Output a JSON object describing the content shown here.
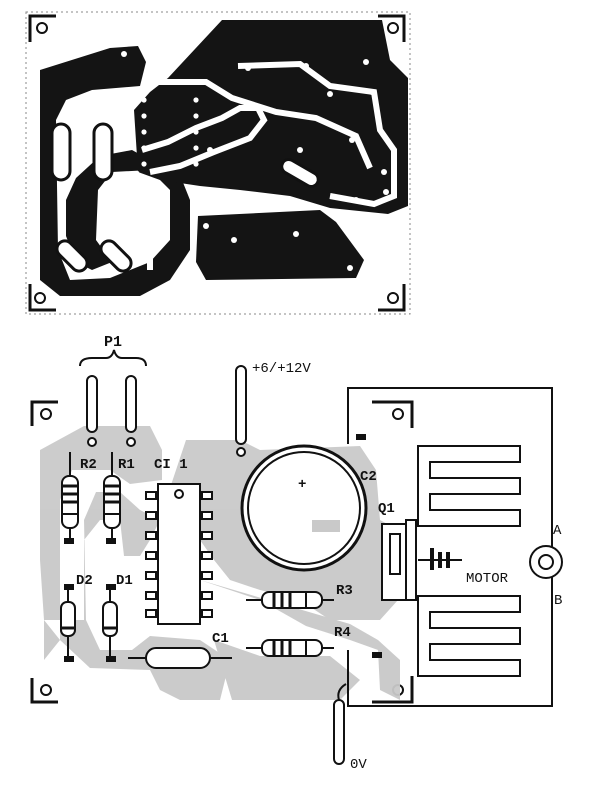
{
  "labels": {
    "p1": "P1",
    "supply": "+6/+12V",
    "r2": "R2",
    "r1": "R1",
    "ci1": "CI 1",
    "c2": "C2",
    "c2_polarity": "+",
    "q1": "Q1",
    "d2": "D2",
    "d1": "D1",
    "r3": "R3",
    "r4": "R4",
    "c1": "C1",
    "motor": "MOTOR",
    "terminal_a": "A",
    "terminal_b": "B",
    "ground": "0V"
  },
  "colors": {
    "copper": "#141414",
    "board": "#ffffff",
    "track_shade": "#c9c9c9",
    "ink": "#111111"
  }
}
